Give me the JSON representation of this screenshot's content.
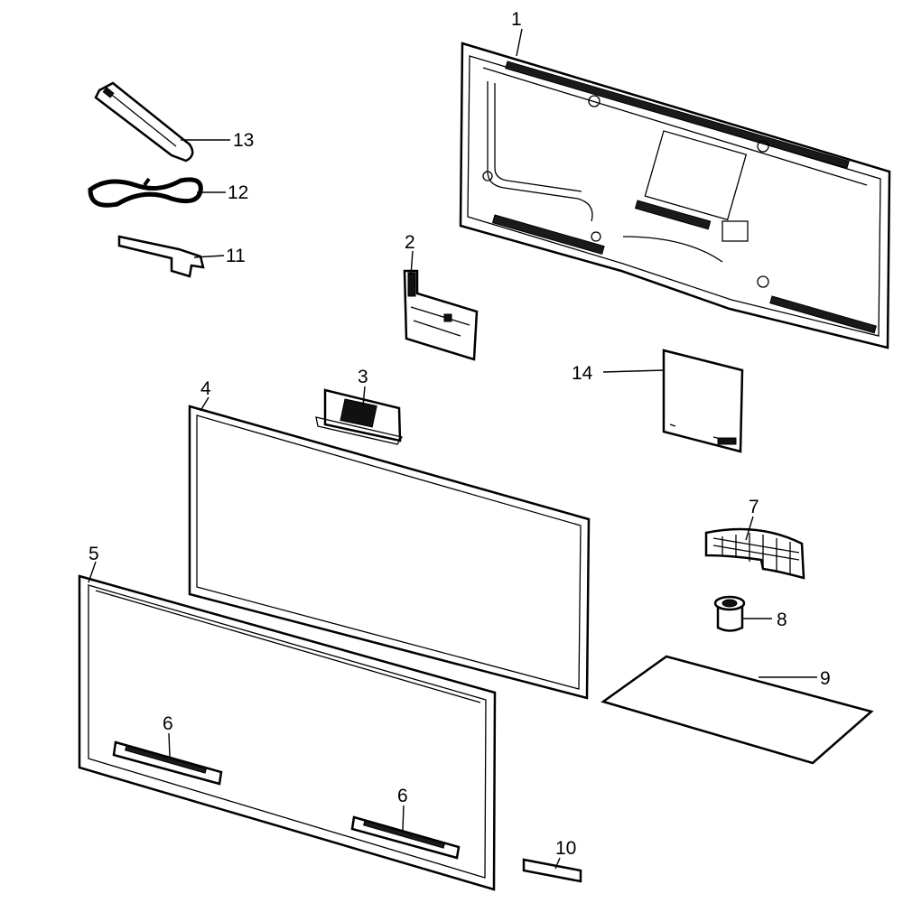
{
  "parts": [
    {
      "id": "1",
      "label": "1"
    },
    {
      "id": "2",
      "label": "2"
    },
    {
      "id": "3",
      "label": "3"
    },
    {
      "id": "4",
      "label": "4"
    },
    {
      "id": "5",
      "label": "5"
    },
    {
      "id": "6a",
      "label": "6"
    },
    {
      "id": "6b",
      "label": "6"
    },
    {
      "id": "7",
      "label": "7"
    },
    {
      "id": "8",
      "label": "8"
    },
    {
      "id": "9",
      "label": "9"
    },
    {
      "id": "10",
      "label": "10"
    },
    {
      "id": "11",
      "label": "11"
    },
    {
      "id": "12",
      "label": "12"
    },
    {
      "id": "13",
      "label": "13"
    },
    {
      "id": "14",
      "label": "14"
    }
  ]
}
